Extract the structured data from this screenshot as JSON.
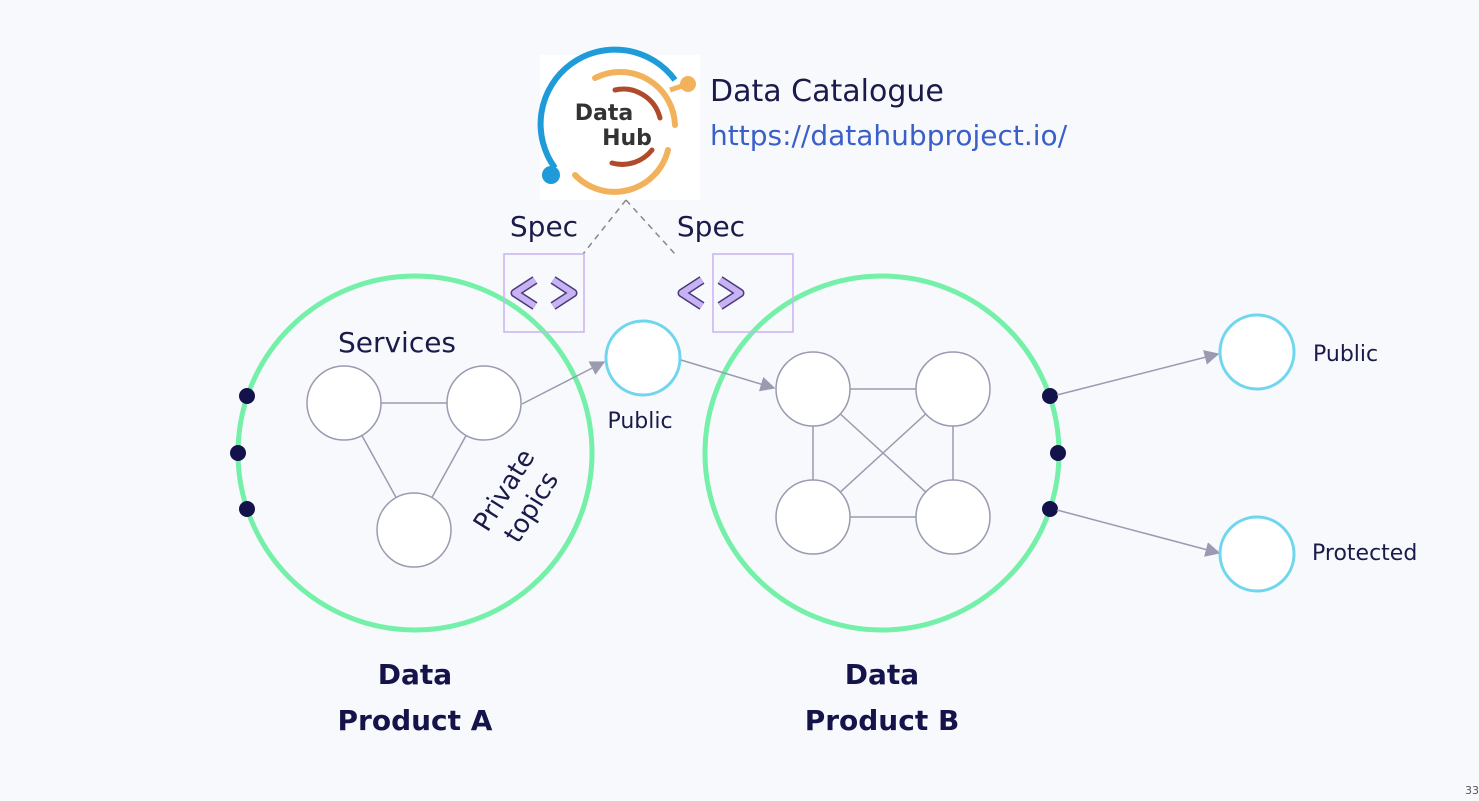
{
  "catalogue": {
    "logo_line1": "Data",
    "logo_line2": "Hub",
    "title": "Data Catalogue",
    "url": "https://datahubproject.io/"
  },
  "spec_left": "Spec",
  "spec_right": "Spec",
  "product_a": {
    "services_label": "Services",
    "private_line1": "Private",
    "private_line2": "topics",
    "name_line1": "Data",
    "name_line2": "Product A"
  },
  "public_middle": "Public",
  "product_b": {
    "name_line1": "Data",
    "name_line2": "Product B"
  },
  "output_public": "Public",
  "output_protected": "Protected",
  "page_number": "33",
  "colors": {
    "product_ring": "#74f0a8",
    "topic_ring": "#6fd6ee",
    "spec_box": "#c9b3f2",
    "spec_icon": "#b79ce8",
    "port_dot": "#14124a",
    "edge": "#9a9ab0",
    "logo_blue": "#1e9bd8",
    "logo_orange": "#f2b25c",
    "logo_red": "#b04a2a"
  }
}
